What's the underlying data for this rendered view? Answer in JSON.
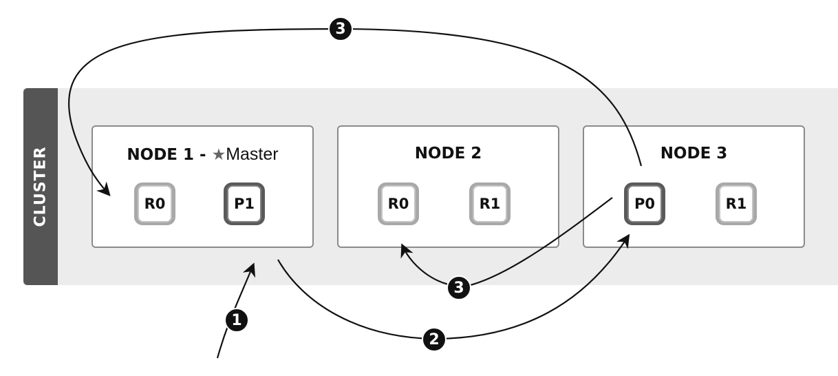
{
  "cluster": {
    "label": "CLUSTER"
  },
  "nodes": [
    {
      "title": "NODE 1 - ",
      "master_star": "★",
      "master_word": "Master",
      "shards": [
        {
          "label": "R0",
          "kind": "replica"
        },
        {
          "label": "P1",
          "kind": "primary"
        }
      ]
    },
    {
      "title": "NODE 2",
      "shards": [
        {
          "label": "R0",
          "kind": "replica"
        },
        {
          "label": "R1",
          "kind": "replica"
        }
      ]
    },
    {
      "title": "NODE 3",
      "shards": [
        {
          "label": "P0",
          "kind": "primary"
        },
        {
          "label": "R1",
          "kind": "replica"
        }
      ]
    }
  ],
  "steps": [
    {
      "label": "1",
      "description_icon": "request-arrow-icon"
    },
    {
      "label": "2",
      "description_icon": "forward-arrow-icon"
    },
    {
      "label": "3",
      "description_icon": "replicate-arrow-icon"
    },
    {
      "label": "3",
      "description_icon": "replicate-arrow-icon"
    }
  ],
  "colors": {
    "primary_border": "#5a5a5a",
    "replica_border": "#a8a8a8",
    "cluster_tab": "#555555",
    "band": "#ececec"
  }
}
